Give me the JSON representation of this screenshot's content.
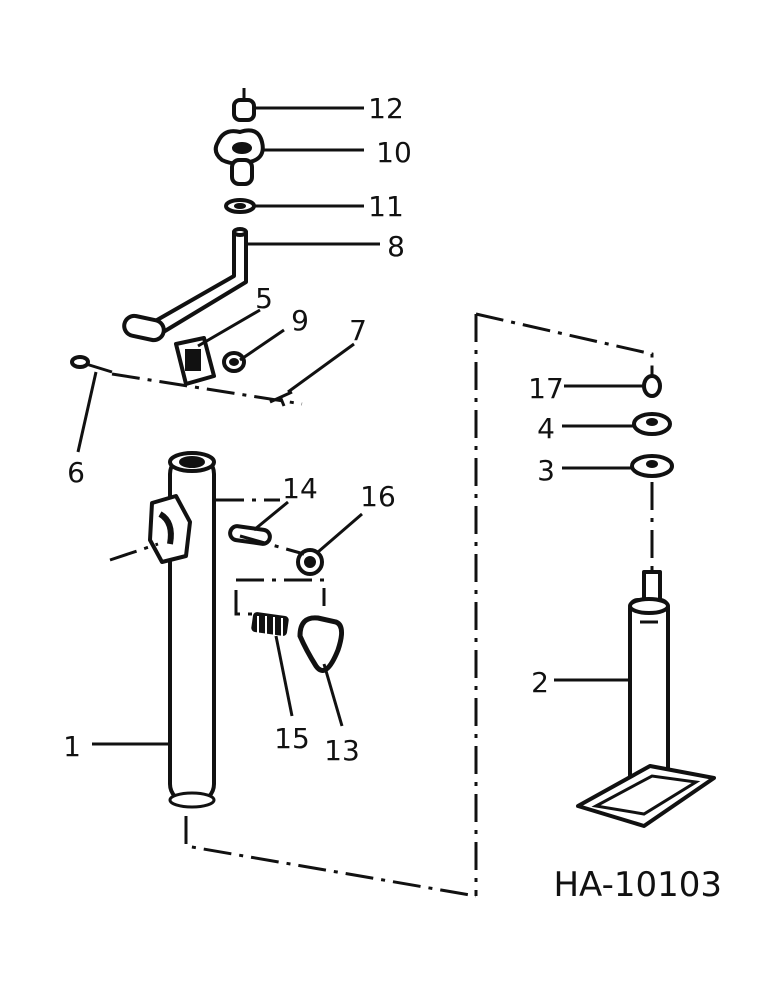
{
  "drawing_code": "HA-10103",
  "part_numbers": [
    "1",
    "2",
    "3",
    "4",
    "5",
    "6",
    "7",
    "8",
    "9",
    "10",
    "11",
    "12",
    "13",
    "14",
    "15",
    "16",
    "17"
  ]
}
